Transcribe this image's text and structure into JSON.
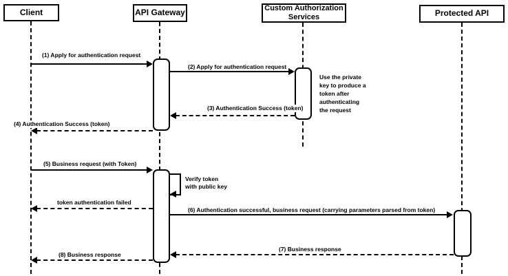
{
  "diagram": {
    "type": "sequence-diagram",
    "colors": {
      "background": "#ffffff",
      "line": "#000000",
      "fill": "#ffffff"
    },
    "actors": [
      {
        "id": "client",
        "label": "Client"
      },
      {
        "id": "api-gateway",
        "label": "API Gateway"
      },
      {
        "id": "custom-authorization-services",
        "label": "Custom Authorization\nServices"
      },
      {
        "id": "protected-api",
        "label": "Protected API"
      }
    ],
    "messages": [
      {
        "label": "(1) Apply for authentication request",
        "from": "Client",
        "to": "API Gateway",
        "style": "solid"
      },
      {
        "label": "(2) Apply for authentication request",
        "from": "API Gateway",
        "to": "Custom Authorization Services",
        "style": "solid"
      },
      {
        "label": "(3) Authentication Success (token)",
        "from": "Custom Authorization Services",
        "to": "API Gateway",
        "style": "dashed"
      },
      {
        "label": "(4) Authentication Success (token)",
        "from": "API Gateway",
        "to": "Client",
        "style": "dashed"
      },
      {
        "label": "(5) Business request (with Token)",
        "from": "Client",
        "to": "API Gateway",
        "style": "solid"
      },
      {
        "label": "Verify token\nwith public key",
        "from": "API Gateway",
        "to": "API Gateway",
        "style": "self"
      },
      {
        "label": "token authentication failed",
        "from": "API Gateway",
        "to": "Client",
        "style": "dashed"
      },
      {
        "label": "(6) Authentication successful, business request (carrying parameters parsed from token)",
        "from": "API Gateway",
        "to": "Protected API",
        "style": "solid"
      },
      {
        "label": "(7) Business response",
        "from": "Protected API",
        "to": "API Gateway",
        "style": "dashed"
      },
      {
        "label": "(8) Business response",
        "from": "API Gateway",
        "to": "Client",
        "style": "dashed"
      }
    ],
    "note": {
      "text": "Use the private\nkey to produce a\ntoken after\nauthenticating\nthe request",
      "attached_to": "Custom Authorization Services"
    }
  }
}
